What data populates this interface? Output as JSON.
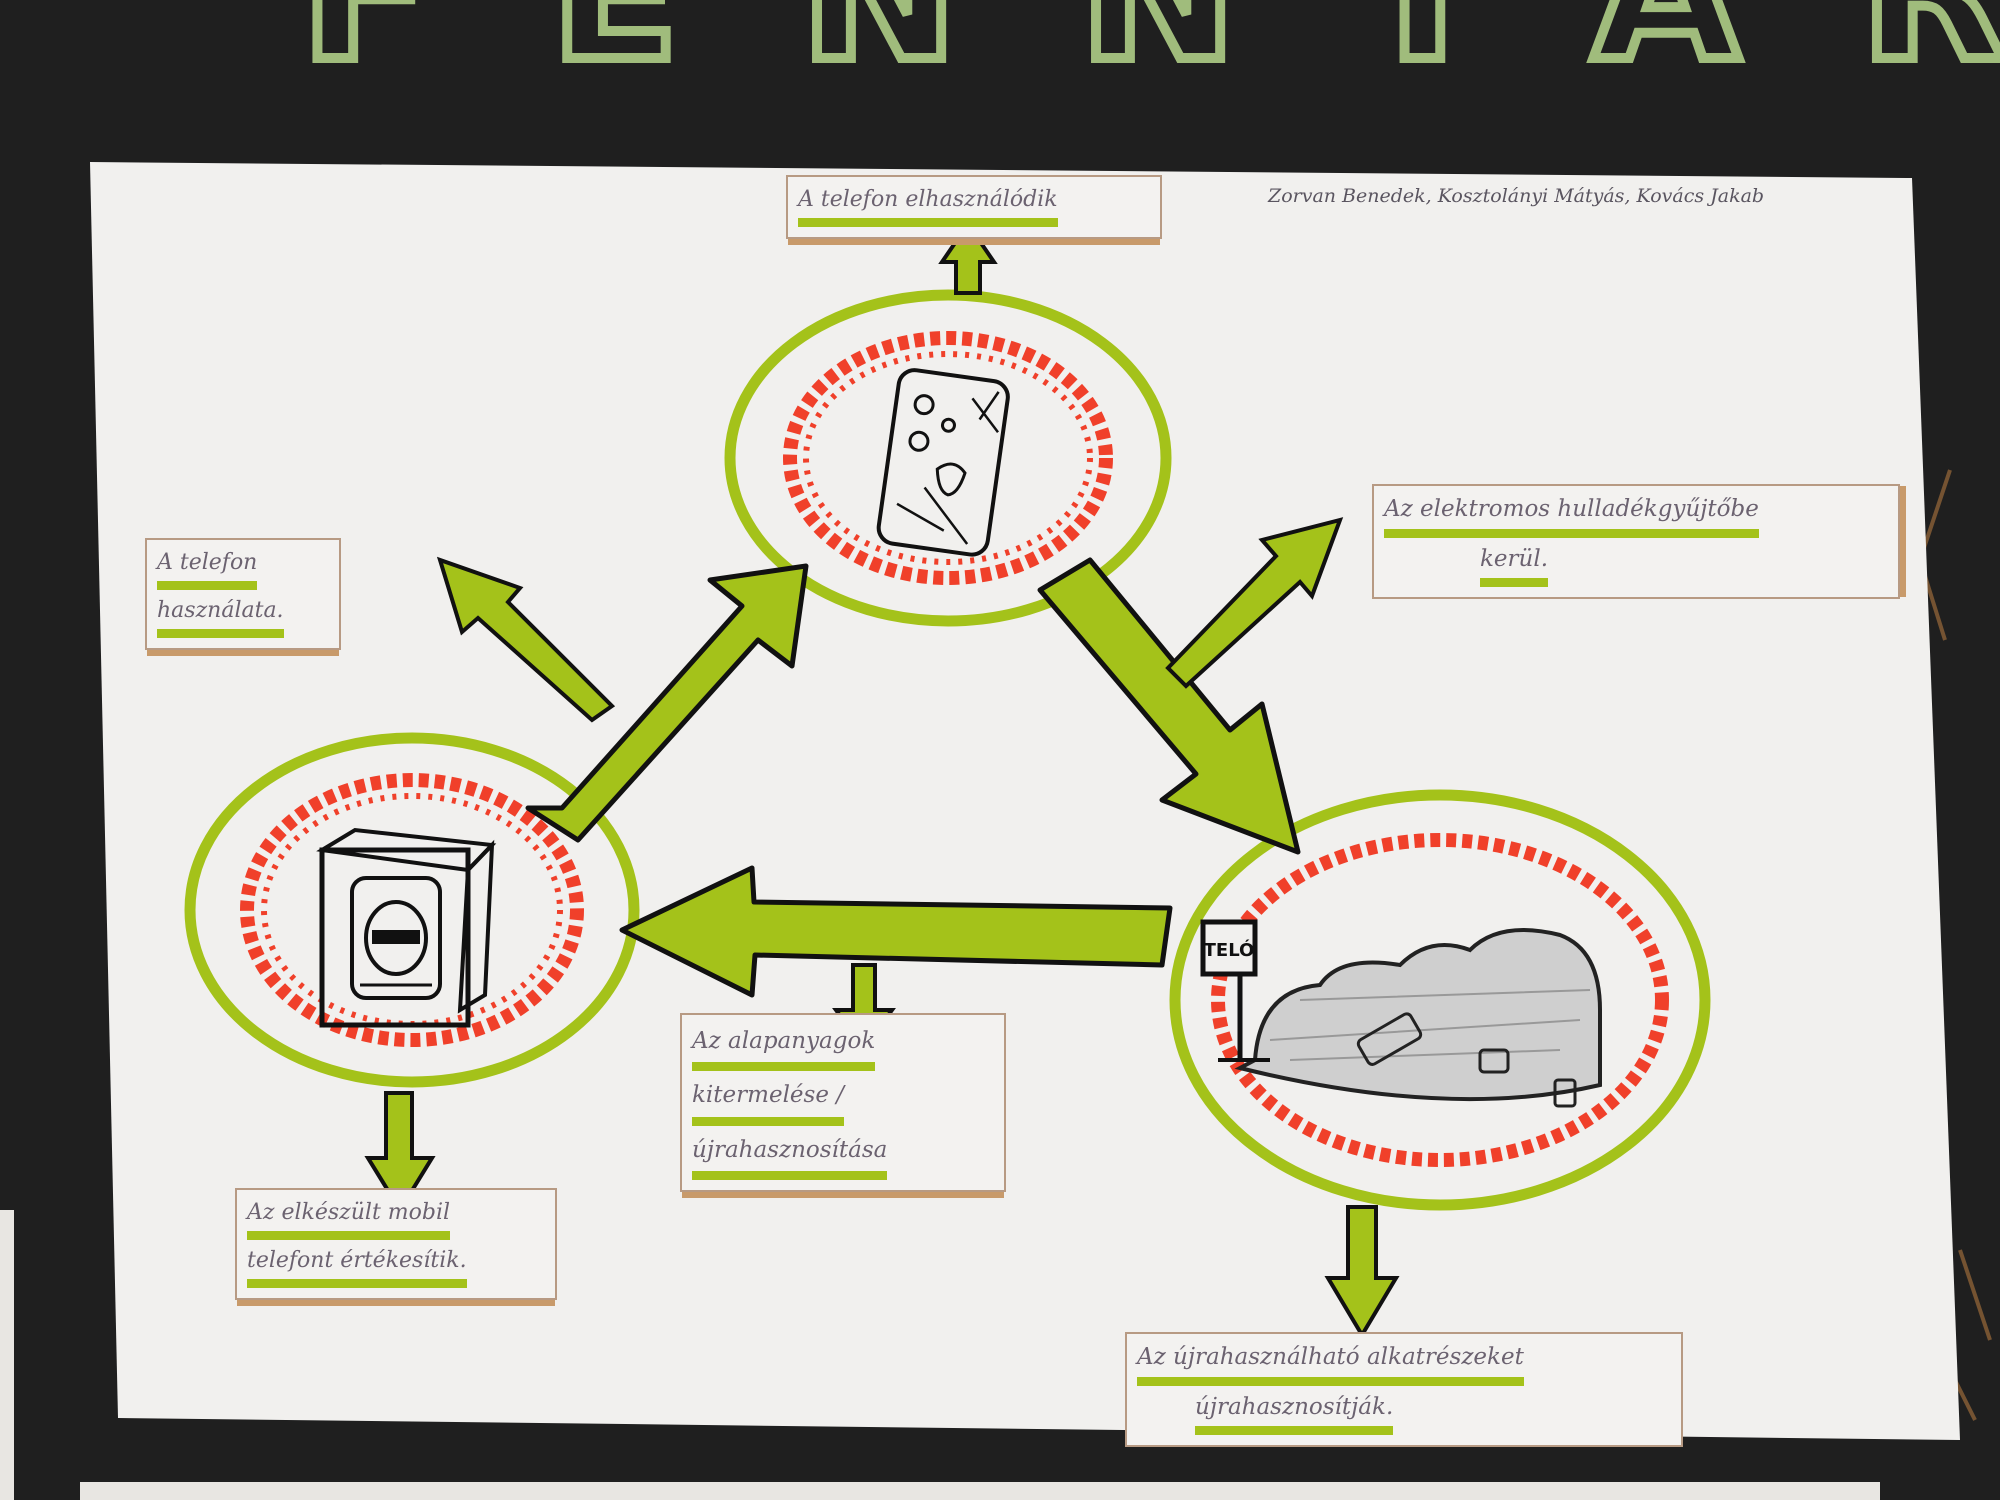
{
  "board_heading": "FENNTARTHATÓ",
  "credits": "Zorvan Benedek, Kosztolányi Mátyás, Kovács Jakab",
  "labels": {
    "top": [
      "A telefon elhasználódik"
    ],
    "left_usage": [
      "A telefon",
      "használata."
    ],
    "right_recycle": [
      "Az elektromos hulladékgyűjtőbe",
      "kerül."
    ],
    "middle_materials": [
      "Az alapanyagok",
      "kitermelése /",
      "újrahasznosítása"
    ],
    "bottom_left_sell": [
      "Az elkészült mobil",
      "telefont értékesítik."
    ],
    "bottom_right_reuse": [
      "Az újrahasználható alkatrészeket",
      "újrahasznosítják."
    ]
  },
  "sign_text": "TELÓ",
  "colors": {
    "board": "#1f1f1f",
    "chalk": "#b7d88d",
    "paper": "#f1f0ee",
    "marker_green": "#a4c21a",
    "marker_red": "#f0402a",
    "ink": "#111111"
  }
}
